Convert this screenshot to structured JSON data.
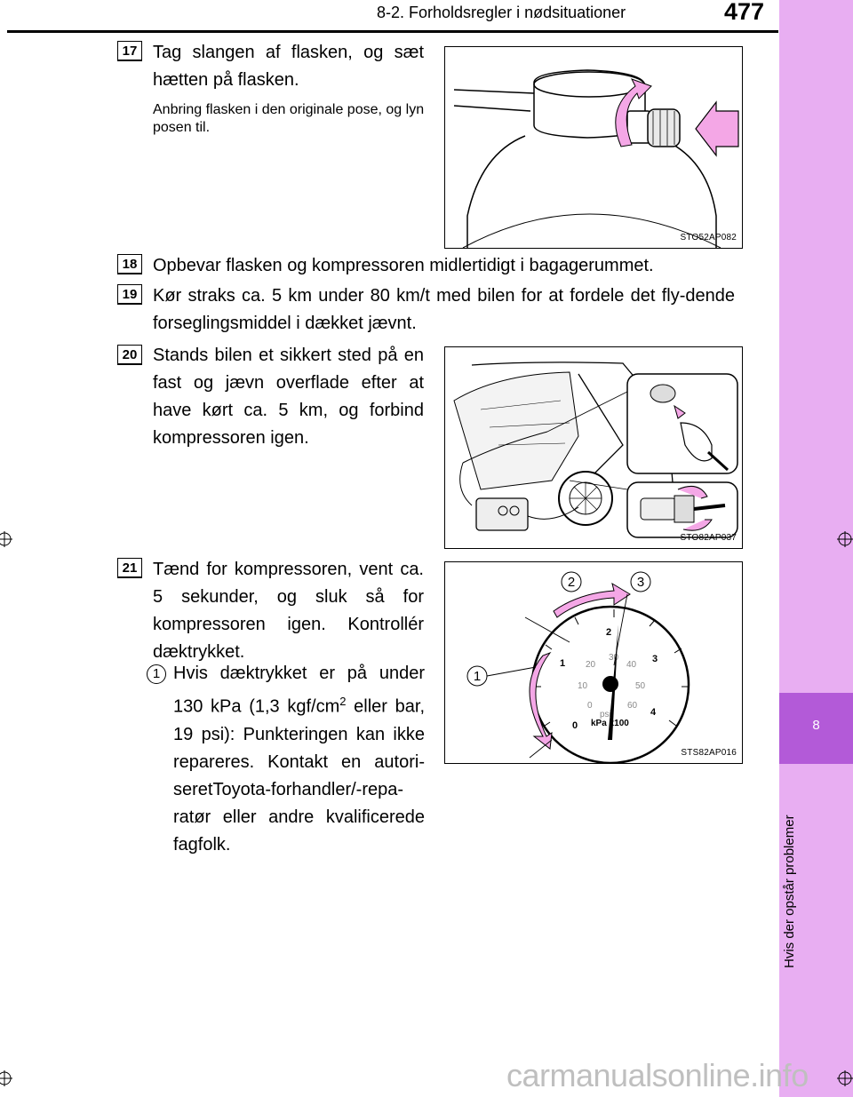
{
  "header": {
    "title": "8-2. Forholdsregler i nødsituationer",
    "page_number": "477"
  },
  "side_tab": {
    "chapter_number": "8",
    "chapter_title": "Hvis der opstår problemer"
  },
  "steps": [
    {
      "num": "17",
      "text": "Tag slangen af flasken, og sæt hætten på flasken.",
      "note": "Anbring flasken i den originale pose, og lyn posen til.",
      "figure_code": "STO52AP082"
    },
    {
      "num": "18",
      "text": "Opbevar flasken og kompressoren midlertidigt i bagagerummet."
    },
    {
      "num": "19",
      "text": "Kør straks ca. 5 km under 80 km/t med bilen for at fordele det fly-dende forseglingsmiddel i dækket jævnt."
    },
    {
      "num": "20",
      "text": "Stands bilen et sikkert sted på en fast og jævn overflade efter at have kørt ca. 5 km, og forbind kompressoren igen.",
      "figure_code": "STO82AP037"
    },
    {
      "num": "21",
      "text": "Tænd for kompressoren, vent ca. 5 sekunder, og sluk så for kompressoren igen. Kontrollér dæktrykket.",
      "sub_num": "1",
      "sub_text_a": "Hvis dæktrykket er på under 130 kPa (1,3 kgf/cm",
      "sub_sup": "2",
      "sub_text_b": " eller bar, 19 psi): Punkteringen kan ikke repareres. Kontakt en autori-seretToyota-forhandler/-repa-ratør eller andre kvalificerede fagfolk.",
      "figure_code": "STS82AP016",
      "gauge": {
        "callouts": [
          "1",
          "2",
          "3"
        ],
        "outer_ticks": [
          "0",
          "1",
          "2",
          "3",
          "4"
        ],
        "inner_ticks": [
          "0",
          "10",
          "20",
          "30",
          "40",
          "50",
          "60"
        ],
        "unit_outer": "kPa x100",
        "unit_inner": "psi"
      }
    }
  ],
  "watermark": "carmanualsonline.info",
  "colors": {
    "side_tab": "#e8aef2",
    "chapter_box": "#b35ad8",
    "arrow_pink": "#f4a7e6"
  }
}
